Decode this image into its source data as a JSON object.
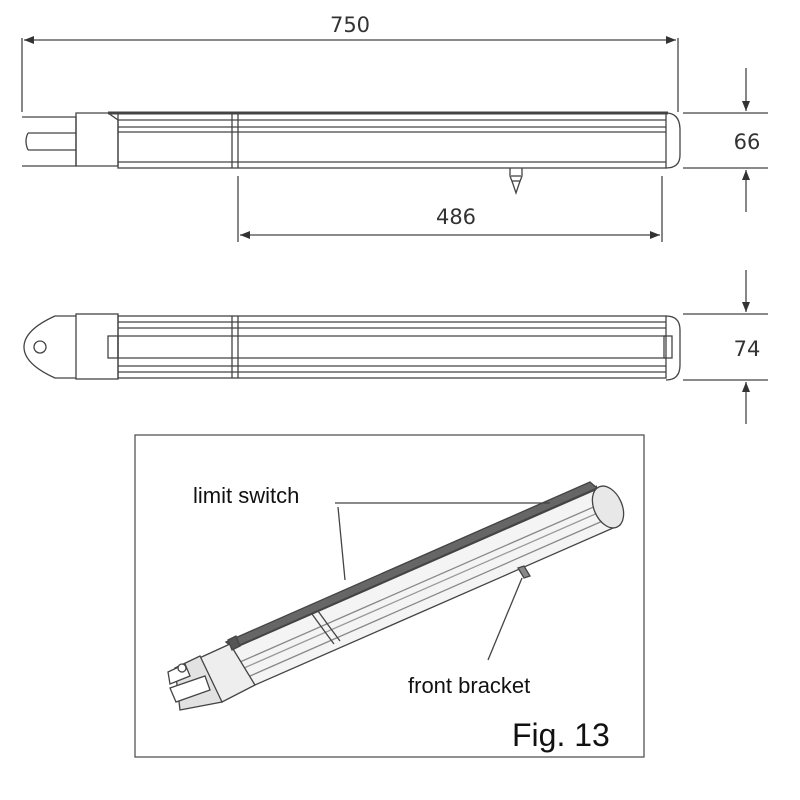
{
  "dimensions": {
    "overall_length": "750",
    "stroke_length": "486",
    "side_height": "66",
    "top_height": "74"
  },
  "figure": {
    "labels": {
      "limit_switch": "limit switch",
      "front_bracket": "front bracket"
    },
    "caption": "Fig. 13"
  }
}
